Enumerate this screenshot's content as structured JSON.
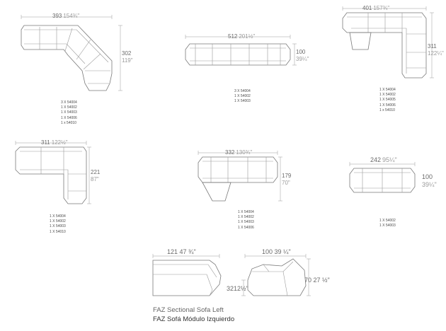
{
  "diagrams": [
    {
      "width": "393",
      "width_in": "154¾\"",
      "depth": "302",
      "depth_in": "119\"",
      "codes": [
        "3 X 54004",
        "1 X 54002",
        "1 X 54003",
        "1 X 54006",
        "1 x 54010"
      ]
    },
    {
      "width": "512",
      "width_in": "201½\"",
      "depth": "100",
      "depth_in": "39¼\"",
      "codes": [
        "3 X 54004",
        "1 X 54002",
        "1 X 54003"
      ]
    },
    {
      "width": "401",
      "width_in": "157¾\"",
      "depth": "311",
      "depth_in": "122¼\"",
      "codes": [
        "1 X 54004",
        "1 X 54002",
        "1 X 54005",
        "1 X 54006",
        "1 x 54010"
      ]
    },
    {
      "width": "311",
      "width_in": "122½\"",
      "depth": "221",
      "depth_in": "87\"",
      "codes": [
        "1 X 54004",
        "1 X 54002",
        "1 X 54003",
        "1 X 54010"
      ]
    },
    {
      "width": "332",
      "width_in": "130¾\"",
      "depth": "179",
      "depth_in": "70\"",
      "codes": [
        "1 X 54004",
        "1 X 54002",
        "1 X 54003",
        "1 X 54006"
      ]
    },
    {
      "width": "242",
      "width_in": "95¼\"",
      "depth": "100",
      "depth_in": "39¼\"",
      "codes": [
        "1 X 54002",
        "1 X 54003"
      ]
    }
  ],
  "module": {
    "plan_width": "121 47 ¾\"",
    "side_depth": "100 39 ¼\"",
    "seat_height": "32",
    "seat_height_in": "12½\"",
    "height": "70 27 ½\""
  },
  "caption": {
    "line1": "FAZ Sectional Sofa Left",
    "line2": "FAZ Sofá Módulo Izquierdo"
  }
}
